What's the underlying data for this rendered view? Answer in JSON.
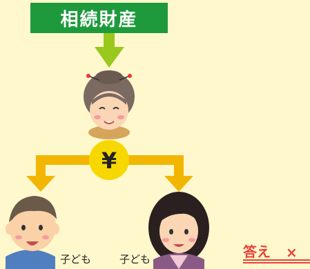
{
  "title": "相続財産",
  "yen_symbol": "¥",
  "heirs": [
    {
      "label": "子ども"
    },
    {
      "label": "子ども"
    }
  ],
  "answer": {
    "label": "答え",
    "mark": "×",
    "color": "#e8413a"
  },
  "colors": {
    "background": "#fef8cc",
    "title_bg": "#1e9a3c",
    "arrow_green": "#9ac81e",
    "arrow_yellow": "#f2b600",
    "yen_circle": "#f6d800"
  }
}
